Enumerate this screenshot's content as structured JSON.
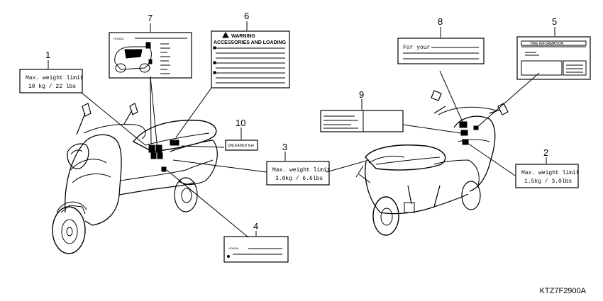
{
  "callouts": {
    "n1": "1",
    "n2": "2",
    "n3": "3",
    "n4": "4",
    "n5": "5",
    "n6": "6",
    "n7": "7",
    "n8": "8",
    "n9": "9",
    "n10": "10"
  },
  "labels": {
    "l1": {
      "line1": "Max. weight limit",
      "line2": "10 kg  /  22 lbs"
    },
    "l2": {
      "line1": "Max. weight limit",
      "line2": "1.5kg  / 3.0lbs"
    },
    "l3": {
      "line1": "Max. weight limit",
      "line2": "3.0kg  / 6.6lbs"
    },
    "l4": {
      "brand": "HONDA"
    },
    "l5": {
      "title": "TIRE INFORMATION"
    },
    "l6": {
      "title1": "WARNING",
      "title2": "ACCESSORIES AND LOADING"
    },
    "l7": {
      "brand": "HONDA"
    },
    "l8": {
      "text": "For your"
    },
    "l10": {
      "text": "UNLEADED fuel"
    }
  },
  "diagram_code": "KTZ7F2900A",
  "colors": {
    "ink": "#000000",
    "paper": "#ffffff"
  }
}
